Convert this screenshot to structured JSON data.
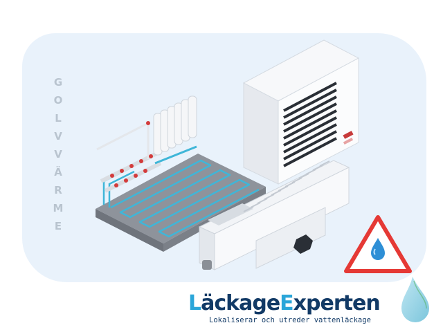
{
  "vertical_label": [
    "G",
    "O",
    "L",
    "V",
    "V",
    "Ä",
    "R",
    "M",
    "E"
  ],
  "logo": {
    "part1_initial": "L",
    "part1_rest": "äckage",
    "part2_initial": "E",
    "part2_rest": "xperten",
    "tagline": "Lokaliserar och utreder vattenläckage"
  },
  "colors": {
    "background_blob": "#e9f2fb",
    "brand_dark": "#123a66",
    "brand_accent": "#2ba6d9",
    "warning_red": "#e53935",
    "pipe_blue": "#3fb6d8"
  },
  "icons": [
    "warning-triangle-icon",
    "water-drop-icon",
    "large-water-drop-icon"
  ]
}
